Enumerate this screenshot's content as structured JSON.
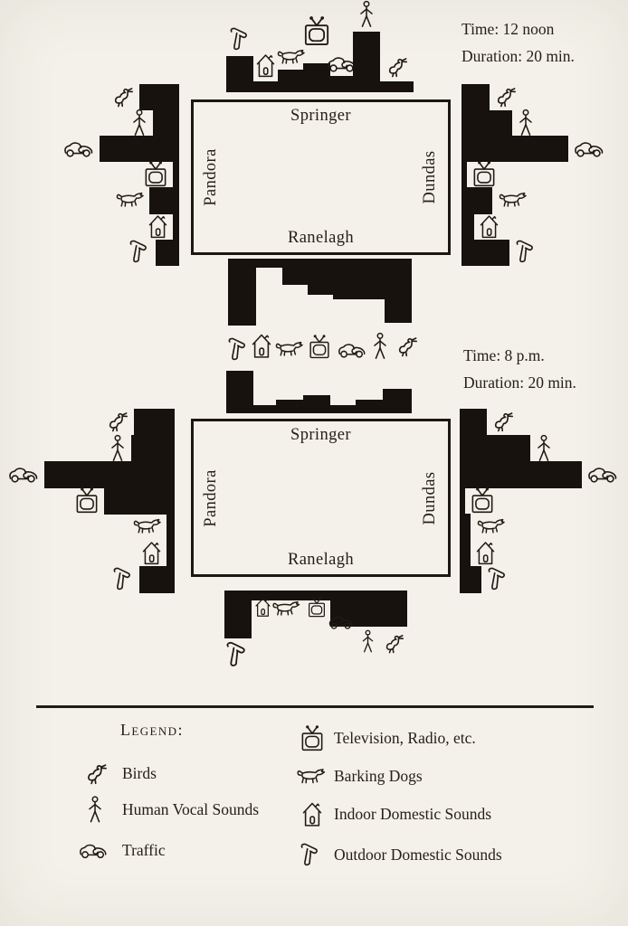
{
  "paper_color": "#f4f1ea",
  "ink_color": "#221b14",
  "sections": [
    {
      "id": "noon",
      "time_label": "Time: 12 noon",
      "duration_label": "Duration: 20 min.",
      "map": {
        "top": "Springer",
        "bottom": "Ranelagh",
        "left": "Pandora",
        "right": "Dundas"
      }
    },
    {
      "id": "8pm",
      "time_label": "Time: 8 p.m.",
      "duration_label": "Duration: 20 min.",
      "map": {
        "top": "Springer",
        "bottom": "Ranelagh",
        "left": "Pandora",
        "right": "Dundas"
      }
    }
  ],
  "legend": {
    "title": "Legend:",
    "left": [
      {
        "icon": "bird",
        "label": "Birds"
      },
      {
        "icon": "person",
        "label": "Human Vocal Sounds"
      },
      {
        "icon": "car",
        "label": "Traffic"
      }
    ],
    "right": [
      {
        "icon": "tv",
        "label": "Television, Radio, etc."
      },
      {
        "icon": "dog",
        "label": "Barking Dogs"
      },
      {
        "icon": "house",
        "label": "Indoor Domestic Sounds"
      },
      {
        "icon": "hammer",
        "label": "Outdoor Domestic Sounds"
      }
    ]
  },
  "chart_data": [
    {
      "type": "bar",
      "title": "Sounds heard around the block at 12 noon (duration 20 min.)",
      "time": "12 noon",
      "duration_min": 20,
      "unit": "relative sound prominence, 0-5 (bar length on scanned map)",
      "legend_position": "bottom of page",
      "sides": {
        "springer_top": {
          "categories": [
            "outdoor_domestic",
            "indoor_domestic",
            "barking_dogs",
            "tv_radio",
            "traffic",
            "human_vocal",
            "birds"
          ],
          "values": [
            2.0,
            0,
            0.9,
            1.4,
            0.4,
            3.9,
            0
          ]
        },
        "ranelagh_bottom": {
          "categories": [
            "outdoor_domestic",
            "indoor_domestic",
            "barking_dogs",
            "tv_radio",
            "traffic",
            "human_vocal",
            "birds"
          ],
          "values": [
            4.0,
            0,
            1.2,
            1.9,
            2.2,
            3.8,
            0
          ]
        },
        "pandora_left": {
          "categories": [
            "birds",
            "human_vocal",
            "traffic",
            "tv_radio",
            "barking_dogs",
            "indoor_domestic",
            "outdoor_domestic"
          ],
          "values": [
            2.0,
            1.3,
            4.0,
            0.3,
            1.5,
            0.3,
            1.2
          ]
        },
        "dundas_right": {
          "categories": [
            "birds",
            "human_vocal",
            "traffic",
            "tv_radio",
            "barking_dogs",
            "indoor_domestic",
            "outdoor_domestic"
          ],
          "values": [
            1.1,
            2.0,
            4.2,
            0.2,
            1.2,
            0.5,
            1.9
          ]
        }
      }
    },
    {
      "type": "bar",
      "title": "Sounds heard around the block at 8 p.m. (duration 20 min.)",
      "time": "8 p.m.",
      "duration_min": 20,
      "unit": "relative sound prominence, 0-5 (bar length on scanned map)",
      "legend_position": "bottom of page",
      "sides": {
        "springer_top": {
          "categories": [
            "outdoor_domestic",
            "indoor_domestic",
            "barking_dogs",
            "tv_radio",
            "traffic",
            "human_vocal",
            "birds"
          ],
          "values": [
            2.7,
            0,
            0.4,
            0.8,
            0,
            0.4,
            1.3
          ]
        },
        "ranelagh_bottom": {
          "categories": [
            "outdoor_domestic",
            "indoor_domestic",
            "barking_dogs",
            "tv_radio",
            "traffic",
            "human_vocal",
            "birds"
          ],
          "values": [
            2.8,
            0,
            0,
            0,
            1.9,
            1.9,
            1.9
          ]
        },
        "pandora_left": {
          "categories": [
            "birds",
            "human_vocal",
            "traffic",
            "tv_radio",
            "barking_dogs",
            "indoor_domestic",
            "outdoor_domestic"
          ],
          "values": [
            1.5,
            1.6,
            4.8,
            2.6,
            0.3,
            0.3,
            1.3
          ]
        },
        "dundas_right": {
          "categories": [
            "birds",
            "human_vocal",
            "traffic",
            "tv_radio",
            "barking_dogs",
            "indoor_domestic",
            "outdoor_domestic"
          ],
          "values": [
            1.0,
            2.6,
            4.5,
            0.2,
            0.4,
            0.4,
            0.8
          ]
        }
      }
    }
  ]
}
